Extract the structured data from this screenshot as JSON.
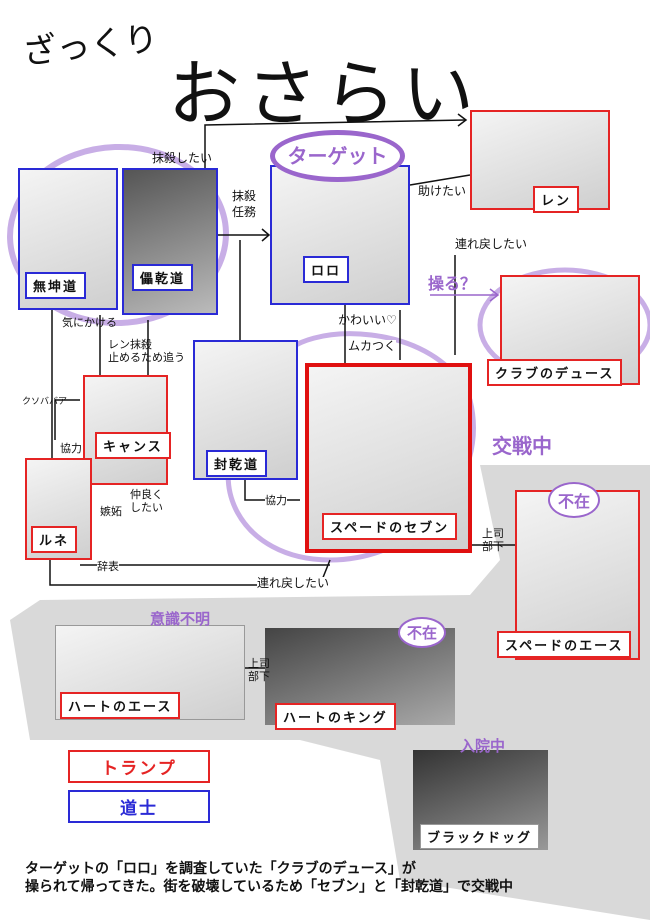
{
  "title": {
    "small": "ざっくり",
    "large": "おさらい"
  },
  "characters": {
    "mukondo": "無坤道",
    "raikando": "儡乾道",
    "roro": "ロロ",
    "ren": "レン",
    "club_deuce": "クラブのデュース",
    "kyansu": "キャンス",
    "rune": "ルネ",
    "fukando": "封乾道",
    "spade_seven": "スペードのセブン",
    "spade_ace": "スペードのエース",
    "heart_ace": "ハートのエース",
    "heart_king": "ハートのキング",
    "black_dog": "ブラックドッグ"
  },
  "stamps": {
    "target": "ターゲット",
    "absent1": "不在",
    "absent2": "不在",
    "unconscious": "意識不明",
    "hospital": "入院中",
    "fighting": "交戦中",
    "manipulate": "操る？"
  },
  "relations": {
    "want_kill": "抹殺したい",
    "kill_mission": "抹殺\n任務",
    "want_help": "助けたい",
    "want_bring_back1": "連れ戻したい",
    "cute": "かわいい♡",
    "annoying": "ムカつく",
    "care_about": "気にかける",
    "chase": "レン抹殺\n止めるため追う",
    "old_hag": "クソババア",
    "cooperate1": "協力",
    "jealous": "嫉妬",
    "want_friends": "仲良く\nしたい",
    "cooperate2": "協力",
    "resign": "辞表",
    "want_bring_back2": "連れ戻したい",
    "boss_sub1": "上司\n部下",
    "boss_sub2": "上司\n部下"
  },
  "legend": {
    "trump": "トランプ",
    "doshi": "道士"
  },
  "colors": {
    "trump": "#e52424",
    "doshi": "#2a2ad6",
    "accent": "#9a66cc"
  },
  "summary": [
    "ターゲットの「ロロ」を調査していた「クラブのデュース」が",
    "操られて帰ってきた。街を破壊しているため「セブン」と「封乾道」で交戦中"
  ]
}
